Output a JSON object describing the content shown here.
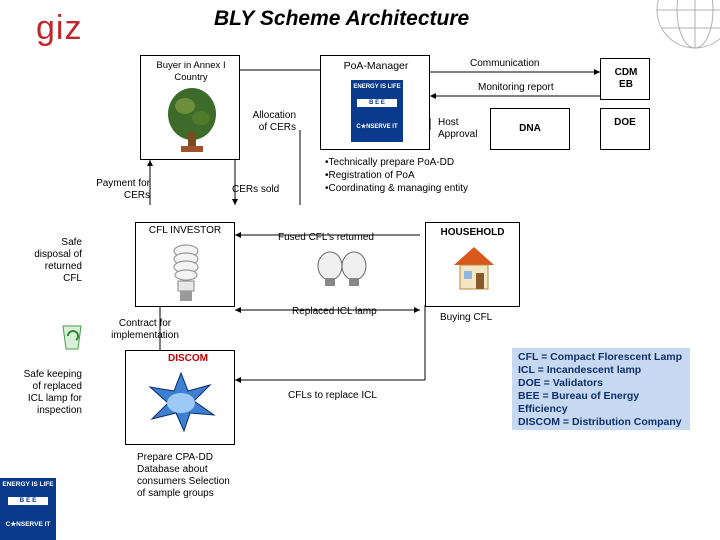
{
  "brand": "giz",
  "title": "BLY Scheme Architecture",
  "nodes": {
    "buyer": "Buyer in Annex I Country",
    "poa_manager": "PoA-Manager",
    "cdm_eb": "CDM EB",
    "doe": "DOE",
    "dna": "DNA",
    "cfl_investor": "CFL INVESTOR",
    "household": "HOUSEHOLD",
    "discom": "DISCOM"
  },
  "edges": {
    "communication": "Communication",
    "monitoring_report": "Monitoring report",
    "allocation_cers": "Allocation of CERs",
    "host_approval": "Host Approval",
    "payment_cers": "Payment for CERs",
    "cers_sold": "CERs sold",
    "fused_cfl": "Fused CFL’s returned",
    "replaced_icl": "Replaced ICL lamp",
    "buying_cfl": "Buying CFL",
    "contract_impl": "Contract for implementation",
    "cfls_replace_icl": "CFLs to replace ICL"
  },
  "poa_tasks": [
    "•Technically prepare PoA-DD",
    "•Registration of PoA",
    "•Coordinating & managing entity"
  ],
  "side_notes": {
    "safe_disposal": "Safe disposal of returned CFL",
    "safe_keeping": "Safe keeping of replaced ICL lamp for inspection"
  },
  "discom_tasks": "Prepare CPA-DD Database about consumers Selection of sample groups",
  "legend": [
    "CFL  = Compact Florescent Lamp",
    "ICL   = Incandescent lamp",
    "DOE = Validators",
    "BEE  = Bureau of Energy Efficiency",
    "DISCOM = Distribution Company"
  ],
  "logo_eil": {
    "top": "ENERGY IS LIFE",
    "mid": "B E E",
    "bottom": "C★NSERVE IT"
  },
  "colors": {
    "title": "#000000",
    "brand": "#c0272d",
    "accent_red": "#c00000",
    "legend_bg": "#c6d9f1",
    "legend_text": "#10306a",
    "logo_blue": "#0a3a8c"
  }
}
